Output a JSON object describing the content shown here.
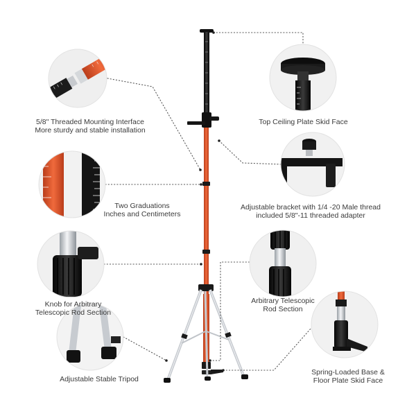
{
  "features": [
    {
      "id": "mount",
      "lines": [
        "5/8\" Threaded Mounting Interface",
        "More sturdy and stable installation"
      ]
    },
    {
      "id": "graduations",
      "lines": [
        "Two Graduations",
        "Inches and Centimeters"
      ]
    },
    {
      "id": "knob",
      "lines": [
        "Knob for Arbitrary",
        "Telescopic Rod Section"
      ]
    },
    {
      "id": "tripod",
      "lines": [
        "Adjustable Stable Tripod"
      ]
    },
    {
      "id": "ceiling",
      "lines": [
        "Top Ceiling Plate Skid Face"
      ]
    },
    {
      "id": "bracket",
      "lines": [
        "Adjustable bracket with 1/4 -20 Male thread",
        "included 5/8\"-11 threaded adapter"
      ]
    },
    {
      "id": "rod",
      "lines": [
        "Arbitrary Telescopic",
        "Rod Section"
      ]
    },
    {
      "id": "base",
      "lines": [
        "Spring-Loaded Base &",
        "Floor Plate Skid Face"
      ]
    }
  ],
  "colors": {
    "pole_orange": "#e0562b",
    "pole_black": "#1e1e1e",
    "tripod_silver": "#c9ccd1",
    "detail_circle_bg": "#eeeeee",
    "leader_dots": "#555555"
  },
  "icons": {
    "mount": "threaded-mount-icon",
    "graduations": "ruler-scale-icon",
    "knob": "lock-knob-icon",
    "tripod": "tripod-feet-icon",
    "ceiling": "ceiling-plate-icon",
    "bracket": "bracket-adapter-icon",
    "rod": "rod-section-icon",
    "base": "floor-plate-icon"
  }
}
